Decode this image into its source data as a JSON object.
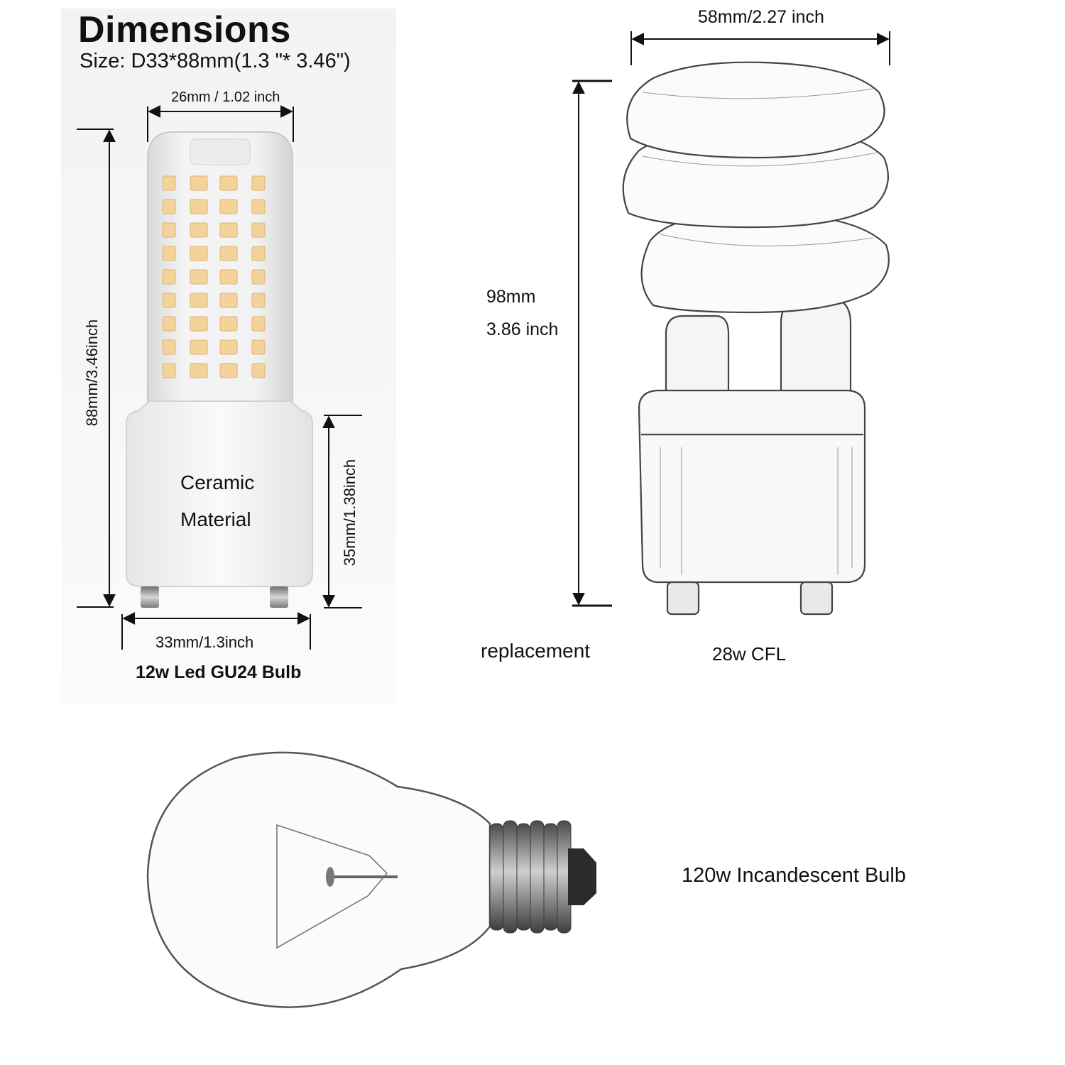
{
  "led": {
    "heading": "Dimensions",
    "size_line": "Size: D33*88mm(1.3 \"* 3.46\")",
    "top_width": "26mm / 1.02 inch",
    "height": "88mm/3.46inch",
    "base_height": "35mm/1.38inch",
    "base_width": "33mm/1.3inch",
    "material_line1": "Ceramic",
    "material_line2": "Material",
    "caption": "12w Led GU24 Bulb"
  },
  "cfl": {
    "width": "58mm/2.27 inch",
    "height_mm": "98mm",
    "height_inch": "3.86 inch",
    "caption": "28w CFL"
  },
  "replacement_label": "replacement",
  "incandescent": {
    "caption": "120w Incandescent Bulb"
  },
  "colors": {
    "led_chip": "#f3d39a",
    "text": "#111111"
  }
}
